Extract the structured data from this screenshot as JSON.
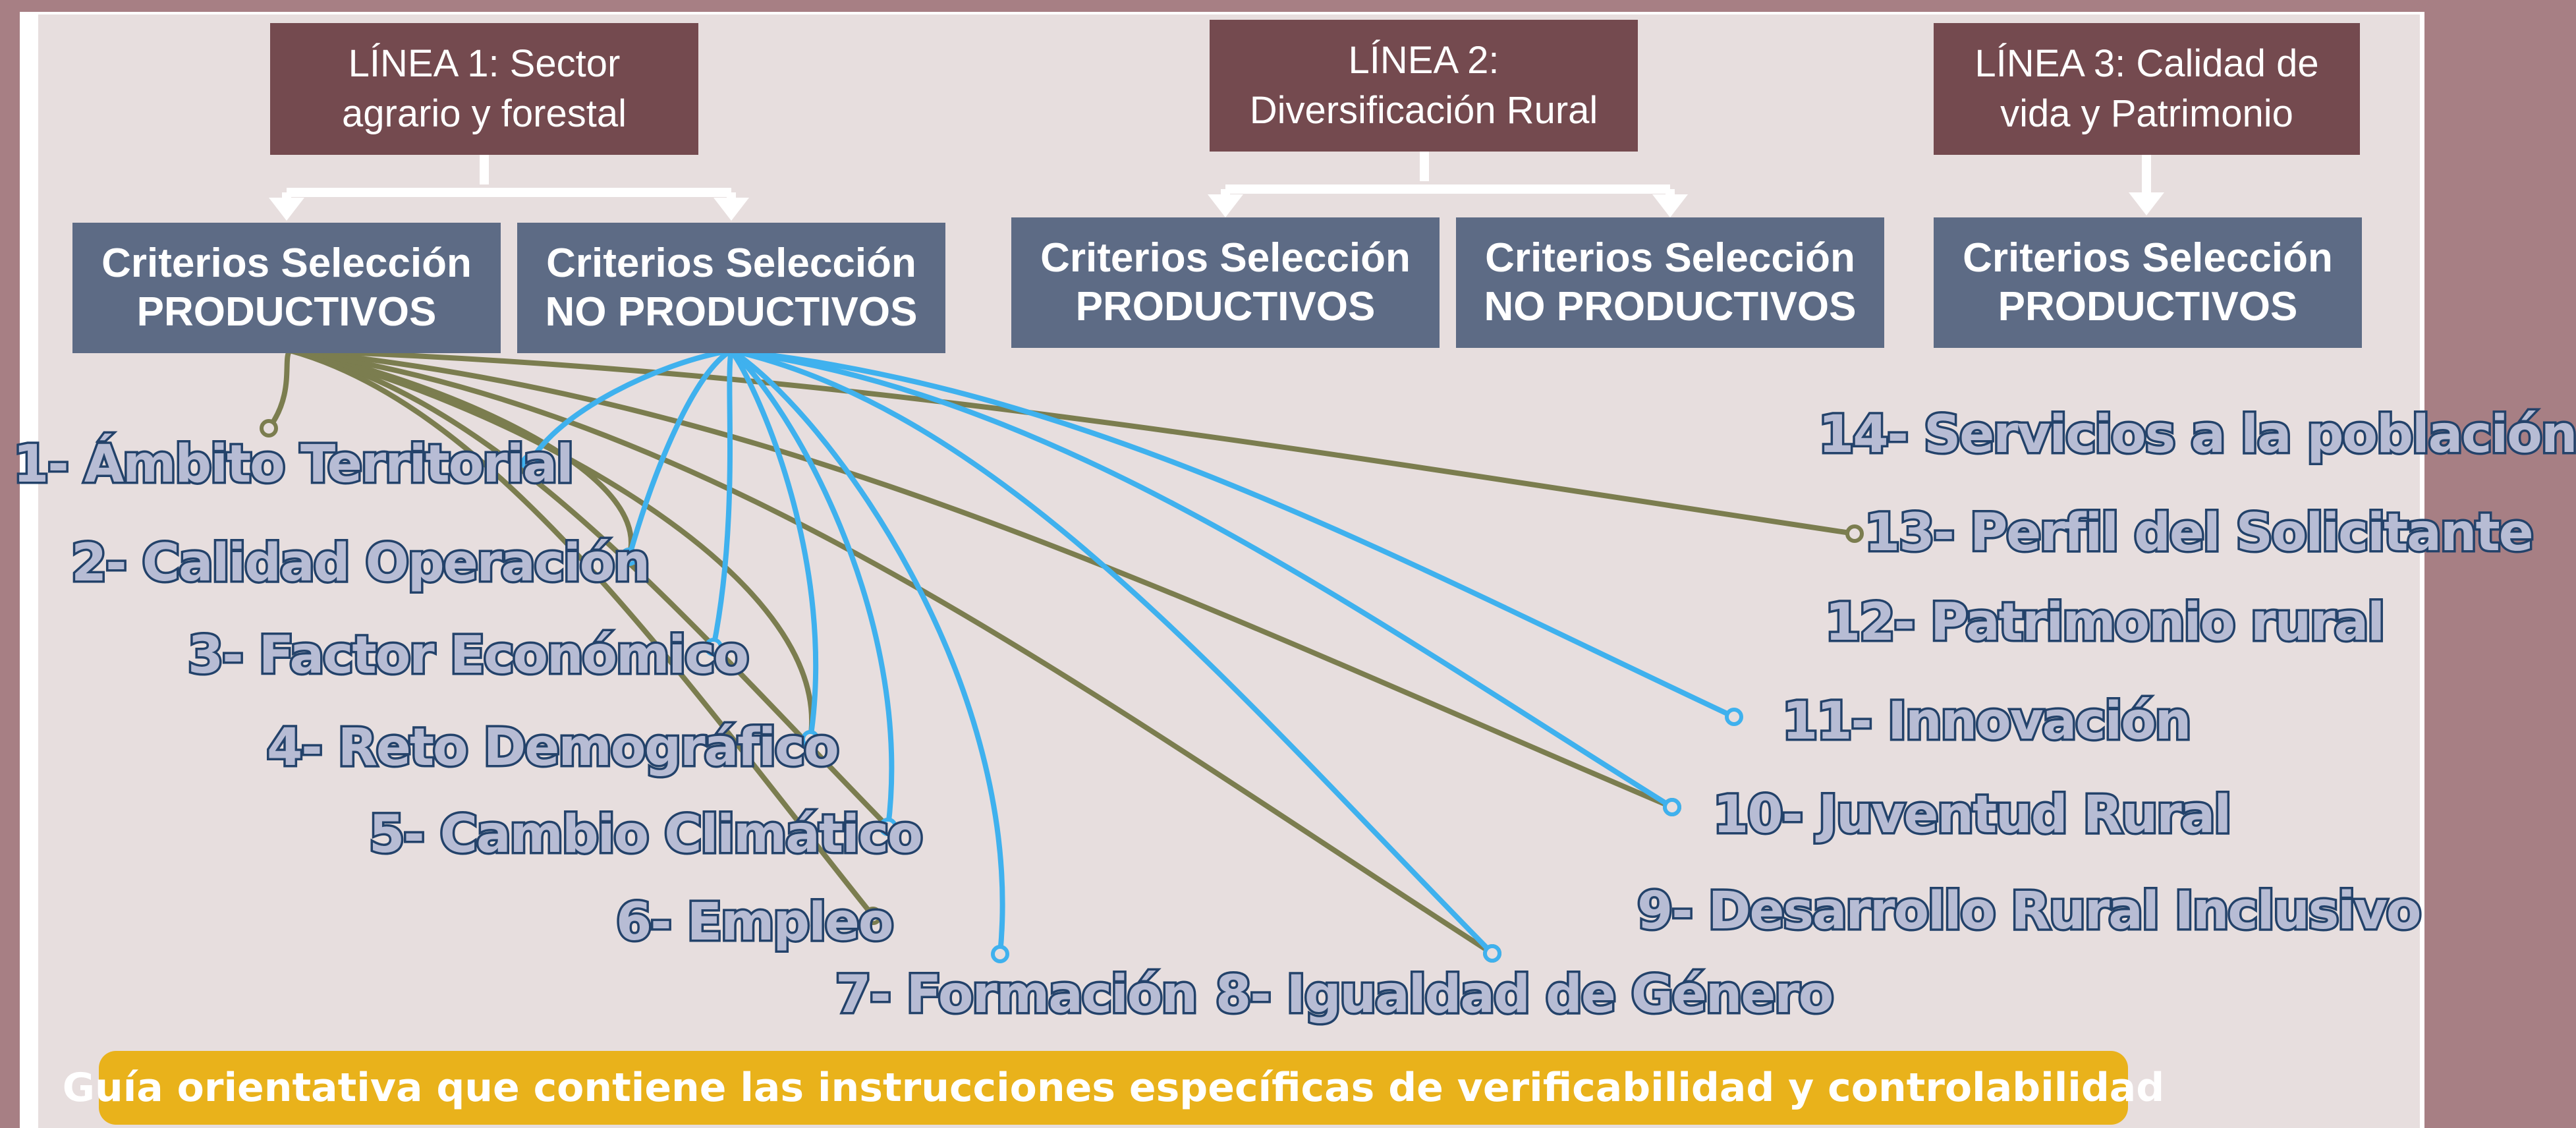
{
  "lines": [
    {
      "id": "linea-1",
      "title": "LÍNEA 1: Sector\nagrario y forestal"
    },
    {
      "id": "linea-2",
      "title": "LÍNEA 2:\nDiversificación Rural"
    },
    {
      "id": "linea-3",
      "title": "LÍNEA 3: Calidad de\nvida y Patrimonio"
    }
  ],
  "criteria_boxes": [
    {
      "line1": "Criterios Selección",
      "line2": "PRODUCTIVOS"
    },
    {
      "line1": "Criterios Selección",
      "line2": "NO PRODUCTIVOS"
    },
    {
      "line1": "Criterios Selección",
      "line2": "PRODUCTIVOS"
    },
    {
      "line1": "Criterios Selección",
      "line2": "NO PRODUCTIVOS"
    },
    {
      "line1": "Criterios Selección",
      "line2": "PRODUCTIVOS"
    }
  ],
  "criteria": [
    "1- Ámbito Territorial",
    "2- Calidad Operación",
    "3- Factor Económico",
    "4- Reto Demográfico",
    "5- Cambio Climático",
    "6- Empleo",
    "7- Formación",
    "8- Igualdad de Género",
    "9- Desarrollo Rural Inclusivo",
    "10- Juventud Rural",
    "11- Innovación",
    "12- Patrimonio rural",
    "13- Perfil del Solicitante",
    "14- Servicios a la población"
  ],
  "productive_links": [
    1,
    2,
    4,
    5,
    6,
    8,
    10,
    13
  ],
  "non_productive_links": [
    1,
    2,
    3,
    4,
    5,
    7,
    8,
    10,
    11
  ],
  "colors": {
    "productive": "#7b7d4f",
    "non_productive": "#3fb1ee",
    "line_header": "#744a4f",
    "criteria_box": "#5d6b85",
    "banner": "#e9b21b"
  },
  "banner": "Guía orientativa que contiene las instrucciones específicas de verificabilidad y controlabilidad"
}
